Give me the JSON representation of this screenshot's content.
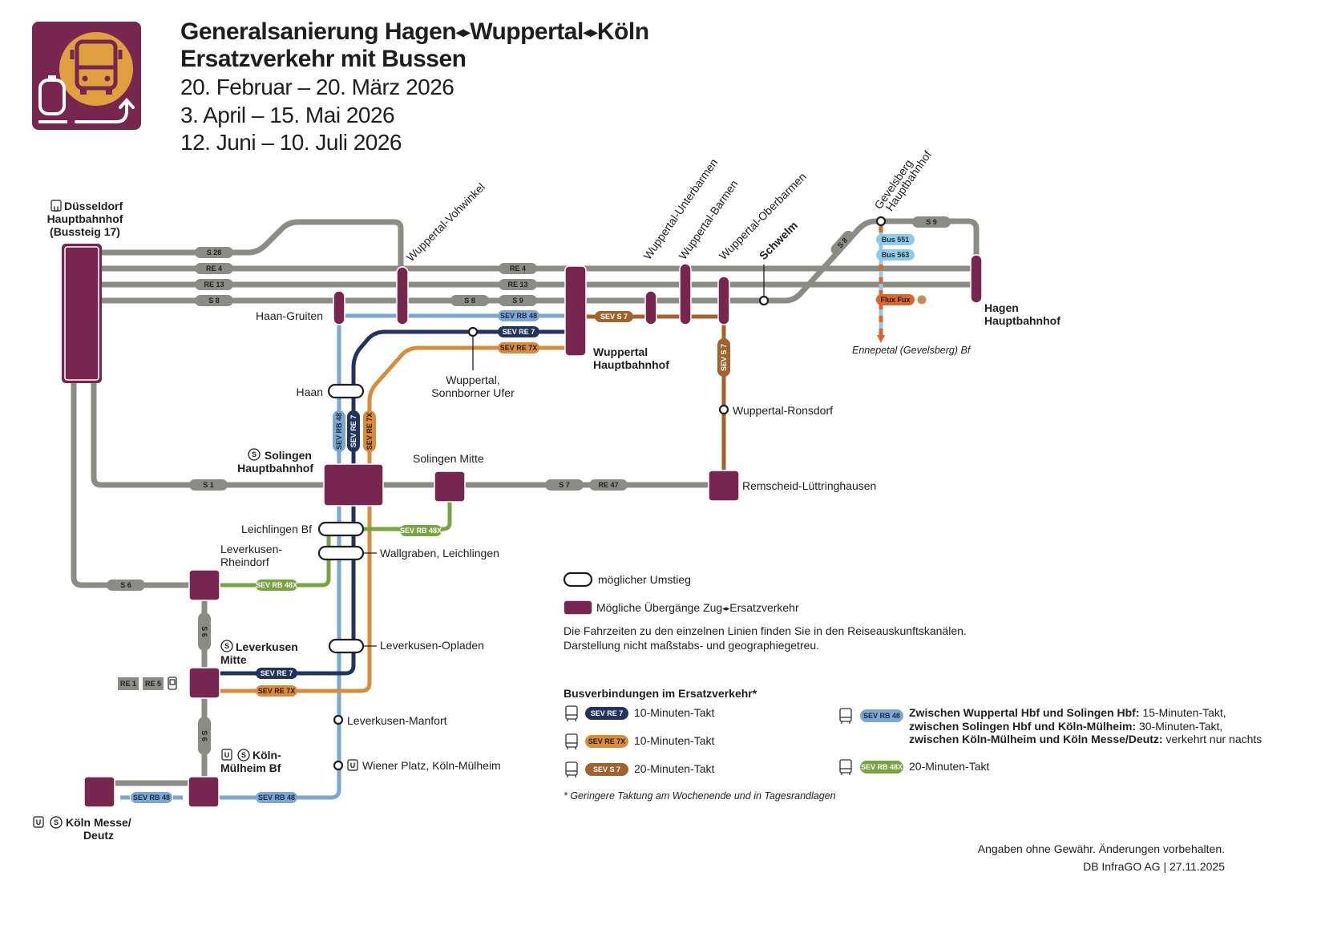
{
  "header": {
    "title_part1": "Generalsanierung Hagen",
    "title_part2": "Wuppertal",
    "title_part3": "Köln",
    "arrow": "◂▸",
    "subtitle": "Ersatzverkehr mit Bussen",
    "dates": [
      "20. Februar – 20. März 2026",
      "3. April – 15. Mai 2026",
      "12. Juni – 10. Juli 2026"
    ]
  },
  "icons": {
    "u": "U",
    "s": "S"
  },
  "lines": {
    "s28": "S 28",
    "re4": "RE 4",
    "re13": "RE 13",
    "s8": "S 8",
    "s9": "S 9",
    "s1": "S 1",
    "s7": "S 7",
    "re47": "RE 47",
    "s6": "S 6",
    "re1": "RE 1",
    "re5": "RE 5",
    "sev_rb48": "SEV RB 48",
    "sev_re7": "SEV RE 7",
    "sev_re7x": "SEV RE 7X",
    "sev_s7": "SEV S 7",
    "sev_rb48x": "SEV RB 48X",
    "bus551": "Bus 551",
    "bus563": "Bus 563",
    "fluxfux": "Flux Fux"
  },
  "stations": {
    "duesseldorf": [
      "Düsseldorf",
      "Hauptbahnhof",
      "(Bussteig 17)"
    ],
    "haan_gruiten": "Haan-Gruiten",
    "vohwinkel": "Wuppertal-Vohwinkel",
    "haan": "Haan",
    "sonnborner": [
      "Wuppertal,",
      "Sonnborner Ufer"
    ],
    "wuppertal_hbf": [
      "Wuppertal",
      "Hauptbahnhof"
    ],
    "unterbarmen": "Wuppertal-Unterbarmen",
    "barmen": "Wuppertal-Barmen",
    "oberbarmen": "Wuppertal-Oberbarmen",
    "schwelm": "Schwelm",
    "gevelsberg": [
      "Gevelsberg",
      "Hauptbahnhof"
    ],
    "hagen": [
      "Hagen",
      "Hauptbahnhof"
    ],
    "ennepetal": "Ennepetal (Gevelsberg) Bf",
    "ronsdorf": "Wuppertal-Ronsdorf",
    "solingen_hbf": [
      "Solingen",
      "Hauptbahnhof"
    ],
    "solingen_mitte": "Solingen Mitte",
    "luettringhausen": "Remscheid-Lüttringhausen",
    "leichlingen": "Leichlingen Bf",
    "wallgraben": "Wallgraben, Leichlingen",
    "rheindorf": [
      "Leverkusen-",
      "Rheindorf"
    ],
    "opladen": "Leverkusen-Opladen",
    "lev_mitte": [
      "Leverkusen",
      "Mitte"
    ],
    "manfort": "Leverkusen-Manfort",
    "wiener_platz": "Wiener Platz, Köln-Mülheim",
    "koeln_muelheim": [
      "Köln-",
      "Mülheim Bf"
    ],
    "koeln_messe": [
      "Köln Messe/",
      "Deutz"
    ]
  },
  "legend": {
    "umstieg": "möglicher Umstieg",
    "uebergang_part1": "Mögliche Übergänge Zug",
    "uebergang_part2": "Ersatzverkehr",
    "note1": "Die Fahrzeiten zu den einzelnen Linien finden Sie in den Reiseauskunftskanälen.",
    "note2": "Darstellung nicht maßstabs- und geographiegetreu."
  },
  "bus_section": {
    "title": "Busverbindungen im Ersatzverkehr*",
    "re7_takt": "10-Minuten-Takt",
    "re7x_takt": "10-Minuten-Takt",
    "s7_takt": "20-Minuten-Takt",
    "rb48": [
      {
        "bold": "Zwischen Wuppertal Hbf und Solingen Hbf:",
        "text": " 15-Minuten-Takt,"
      },
      {
        "bold": "zwischen Solingen Hbf und Köln-Mülheim:",
        "text": " 30-Minuten-Takt,"
      },
      {
        "bold": "zwischen Köln-Mülheim und Köln Messe/Deutz:",
        "text": " verkehrt nur nachts"
      }
    ],
    "rb48x_takt": "20-Minuten-Takt",
    "footnote": "* Geringere Taktung am Wochenende und in Tagesrandlagen"
  },
  "footer": {
    "disclaimer": "Angaben ohne Gewähr. Änderungen vorbehalten.",
    "publisher": "DB InfraGO AG | 27.11.2025"
  },
  "colors": {
    "purple": "#76264f",
    "gray": "#8b8d85",
    "rb48": "#7aa7d3",
    "re7": "#21345f",
    "re7x": "#d98b3a",
    "s7": "#a3622c",
    "rb48x": "#78a53f",
    "logo_orange": "#e0a040"
  }
}
